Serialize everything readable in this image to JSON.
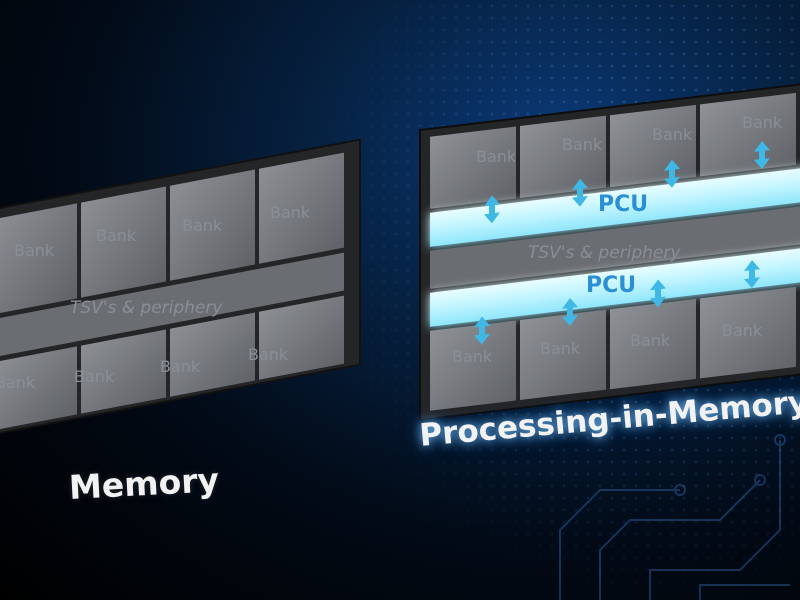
{
  "memory_chip": {
    "top_banks": [
      "Bank",
      "Bank",
      "Bank",
      "Bank"
    ],
    "strip_label": "TSV's & periphery",
    "bottom_banks": [
      "Bank",
      "Bank",
      "Bank",
      "Bank"
    ],
    "caption": "Memory"
  },
  "pim_chip": {
    "top_banks": [
      "Bank",
      "Bank",
      "Bank",
      "Bank"
    ],
    "pcu_top_label": "PCU",
    "strip_label": "TSV's & periphery",
    "pcu_bottom_label": "PCU",
    "bottom_banks": [
      "Bank",
      "Bank",
      "Bank",
      "Bank"
    ],
    "caption": "Processing-in-Memory"
  },
  "colors": {
    "pcu_strip": "#bff4ff",
    "pcu_glow": "#7fe3ff",
    "arrow": "#3fb8e6",
    "bank_tile": "#7a7d82",
    "chip_frame": "#2a2b2d"
  }
}
